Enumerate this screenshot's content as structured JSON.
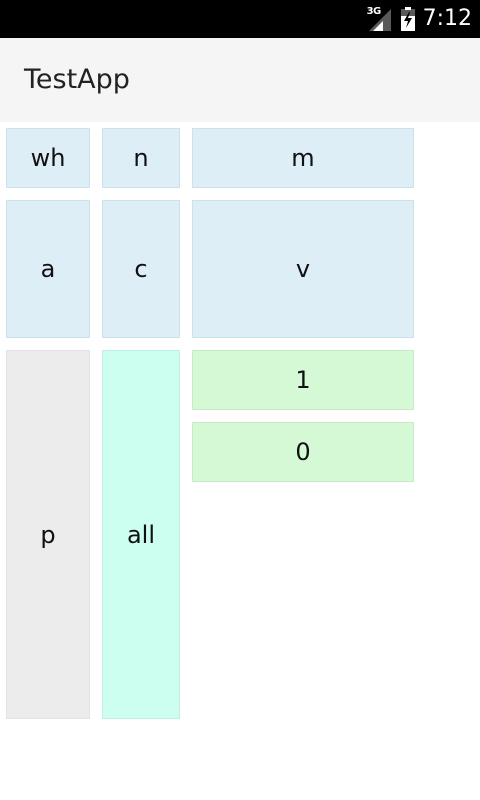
{
  "status_bar": {
    "network_type": "3G",
    "time": "7:12",
    "icons": [
      "signal-icon",
      "battery-icon"
    ],
    "background": "#000000"
  },
  "app_bar": {
    "title": "TestApp",
    "background": "#f5f5f5"
  },
  "grid": {
    "row1": {
      "c1": "wh",
      "c2": "n",
      "c3": "m"
    },
    "row2": {
      "c1": "a",
      "c2": "c",
      "c3": "v"
    },
    "row3": {
      "c1": "p",
      "c2": "all",
      "c3a": "1",
      "c3b": "0"
    }
  },
  "colors": {
    "light_blue": "#ddeef6",
    "grey": "#ececec",
    "mint": "#ccfff0",
    "light_green": "#d5f8d5"
  }
}
